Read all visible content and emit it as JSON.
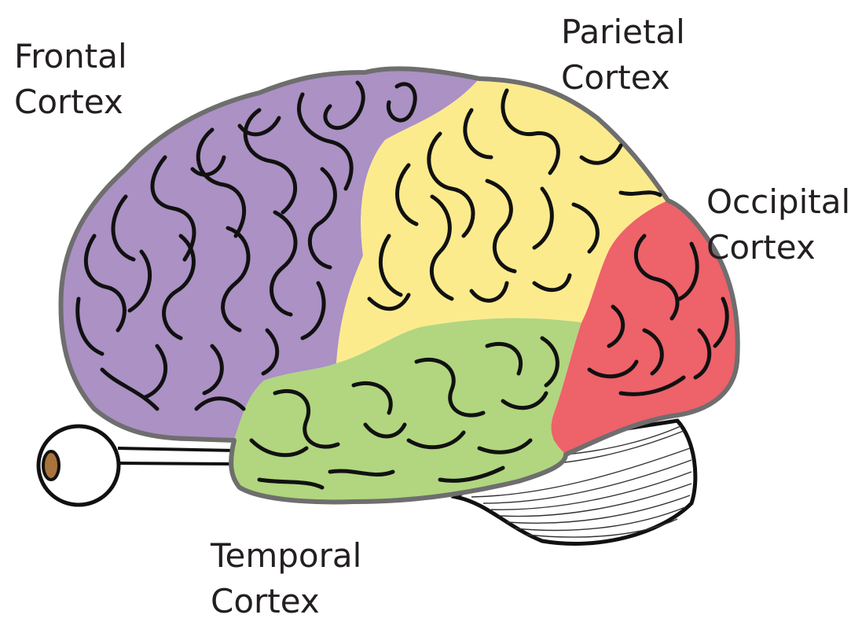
{
  "labels": {
    "frontal": {
      "line1": "Frontal",
      "line2": "Cortex"
    },
    "parietal": {
      "line1": "Parietal",
      "line2": "Cortex"
    },
    "occipital": {
      "line1": "Occipital",
      "line2": "Cortex"
    },
    "temporal": {
      "line1": "Temporal",
      "line2": "Cortex"
    }
  },
  "colors": {
    "frontal": "#ab91c4",
    "parietal": "#fceb8d",
    "occipital": "#ee626a",
    "temporal": "#b1d67f",
    "outline": "#6e6e6e",
    "eye_iris": "#a8743c"
  }
}
